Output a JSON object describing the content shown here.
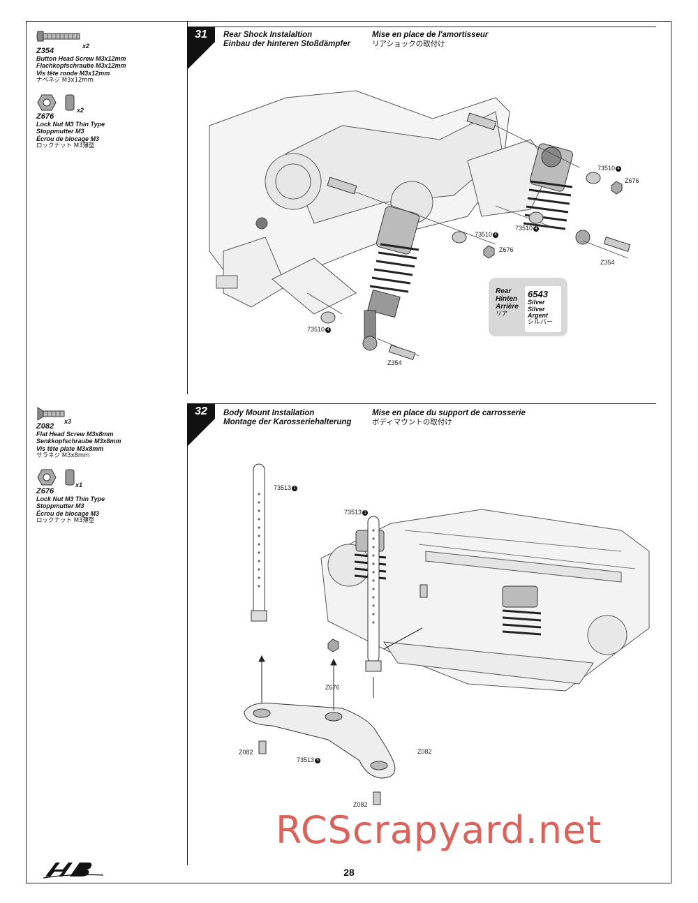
{
  "page_number": "28",
  "watermark": "RCScrapyard.net",
  "steps": [
    {
      "number": "31",
      "title_en": "Rear Shock Instalaltion",
      "title_de": "Einbau der hinteren Stoßdämpfer",
      "title_fr": "Mise en place de l'amortisseur",
      "title_jp": "リアショックの取付け",
      "parts": [
        {
          "code": "Z354",
          "qty": "x2",
          "en": "Button Head Screw M3x12mm",
          "de": "Flachkopfschraube M3x12mm",
          "fr": "Vis tête ronde M3x12mm",
          "jp": "ナベネジ M3x12mm"
        },
        {
          "code": "Z676",
          "qty": "x2",
          "en": "Lock Nut M3 Thin Type",
          "de": "Stoppmutter M3",
          "fr": "Écrou de blocage M3",
          "jp": "ロックナット M3薄型"
        }
      ],
      "labels": {
        "a": "73510",
        "b": "Z676",
        "c": "73510",
        "d": "Z676",
        "e": "73510",
        "f": "Z354",
        "g": "73510",
        "h": "Z354",
        "circ": "4"
      },
      "color_box": {
        "rear": "Rear",
        "hinten": "Hinten",
        "arriere": "Arrière",
        "jp": "リア",
        "code": "6543",
        "c1": "Silver",
        "c2": "Silver",
        "c3": "Argent",
        "c_jp": "シルバー"
      }
    },
    {
      "number": "32",
      "title_en": "Body Mount Installation",
      "title_de": "Montage der Karosseriehalterung",
      "title_fr": "Mise en place du support de carrosserie",
      "title_jp": "ボディマウントの取付け",
      "parts": [
        {
          "code": "Z082",
          "qty": "x3",
          "en": "Flat Head Screw M3x8mm",
          "de": "Senkkopfschraube M3x8mm",
          "fr": "Vis tête plate M3x8mm",
          "jp": "サラネジ M3x8mm"
        },
        {
          "code": "Z676",
          "qty": "x1",
          "en": "Lock Nut M3 Thin Type",
          "de": "Stoppmutter M3",
          "fr": "Écrou de blocage M3",
          "jp": "ロックナット M3薄型"
        }
      ],
      "labels": {
        "a": "73513",
        "b": "73513",
        "c": "Z676",
        "d": "Z082",
        "e": "Z082",
        "f": "73513",
        "g": "Z082",
        "circ1": "1",
        "circ5": "5"
      }
    }
  ],
  "colors": {
    "watermark": "#d4473e",
    "box": "#d8d8d8"
  },
  "logo_icon": "hb-logo-icon"
}
